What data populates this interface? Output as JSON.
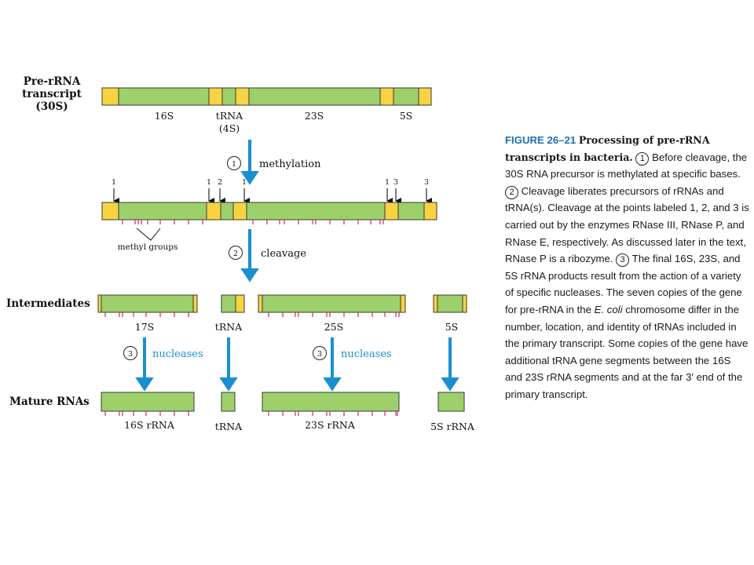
{
  "diagram": {
    "rows": {
      "pre": {
        "label": [
          "Pre-rRNA",
          "transcript",
          "(30S)"
        ]
      },
      "methylated": {
        "methyl_label": "methyl groups",
        "site_numbers": [
          "1",
          "1",
          "2",
          "1",
          "1",
          "3",
          "3"
        ]
      },
      "intermediates": {
        "label": "Intermediates"
      },
      "mature": {
        "label": "Mature RNAs"
      }
    },
    "segment_labels": {
      "pre": [
        "16S",
        "tRNA",
        "(4S)",
        "23S",
        "5S"
      ],
      "intermediates": [
        "17S",
        "tRNA",
        "25S",
        "5S"
      ],
      "mature": [
        "16S rRNA",
        "tRNA",
        "23S rRNA",
        "5S rRNA"
      ]
    },
    "steps": {
      "methylation": {
        "number": "1",
        "label": "methylation"
      },
      "cleavage": {
        "number": "2",
        "label": "cleavage"
      },
      "nucleases_left": {
        "number": "3",
        "label": "nucleases"
      },
      "nucleases_right": {
        "number": "3",
        "label": "nucleases"
      }
    },
    "colors": {
      "rrna": "#9dd06a",
      "spacer": "#f7d341",
      "outline": "#3a3a3a",
      "methyl_tick": "#d6338f",
      "step_arrow": "#1a8fd0"
    }
  },
  "caption": {
    "figure_number": "FIGURE 26–21",
    "title": "Processing of pre-rRNA transcripts in bacteria.",
    "step1_marker": "1",
    "step1_text": "Before cleavage, the 30S RNA precursor is methylated at specific bases.",
    "step2_marker": "2",
    "step2_text": "Cleavage liberates precursors of rRNAs and tRNA(s). Cleavage at the points labeled 1, 2, and 3 is carried out by the enzymes RNase III, RNase P, and RNase E, respectively. As discussed later in the text, RNase P is a ribozyme.",
    "step3_marker": "3",
    "step3_text_a": "The final 16S, 23S, and 5S rRNA products result from the action of a variety of specific nucleases. The seven copies of the gene for pre-rRNA in the",
    "organism": "E. coli",
    "step3_text_b": "chromosome differ in the number, location, and identity of tRNAs included in the primary transcript. Some copies of the gene have additional tRNA gene segments between the 16S and 23S rRNA segments and at the far 3′ end of the primary transcript."
  }
}
